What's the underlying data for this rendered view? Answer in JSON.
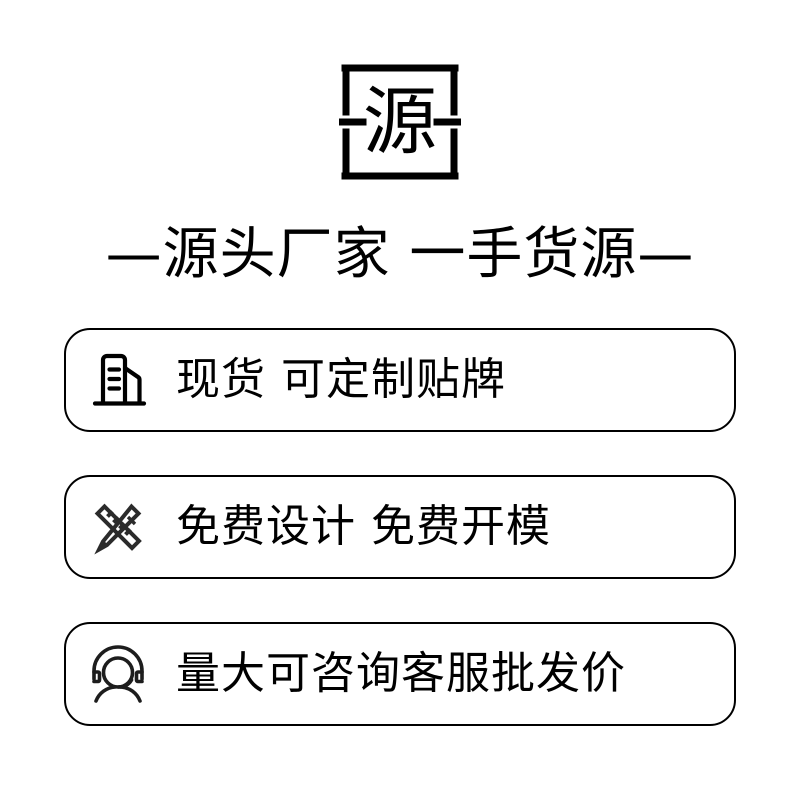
{
  "background_color": "#ffffff",
  "ink_color": "#000000",
  "logo": {
    "character": "源",
    "frame_shape": "square-frame-with-side-gaps",
    "left_dash_icon": "horizontal-dash",
    "right_dash_icon": "horizontal-dash"
  },
  "headline": {
    "text": "—源头厂家  一手货源—",
    "left_rule": "—",
    "phrase_1": "源头厂家",
    "phrase_2": "一手货源",
    "right_rule": "—"
  },
  "cards": [
    {
      "icon": "factory-building-icon",
      "label": "现货  可定制贴牌"
    },
    {
      "icon": "ruler-pencil-icon",
      "label": "免费设计  免费开模"
    },
    {
      "icon": "headset-support-icon",
      "label": "量大可咨询客服批发价"
    }
  ]
}
